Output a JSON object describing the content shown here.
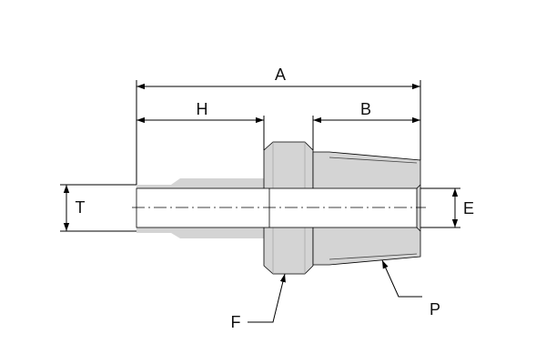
{
  "colors": {
    "line": "#000000",
    "body_fill": "#d4d4d4",
    "bore_fill": "#ffffff"
  },
  "dimension_labels": {
    "overall_length": "A",
    "tube_end_length": "H",
    "thread_length": "B",
    "tube_od": "T",
    "bore": "E",
    "hex": "F",
    "pipe_thread": "P"
  }
}
